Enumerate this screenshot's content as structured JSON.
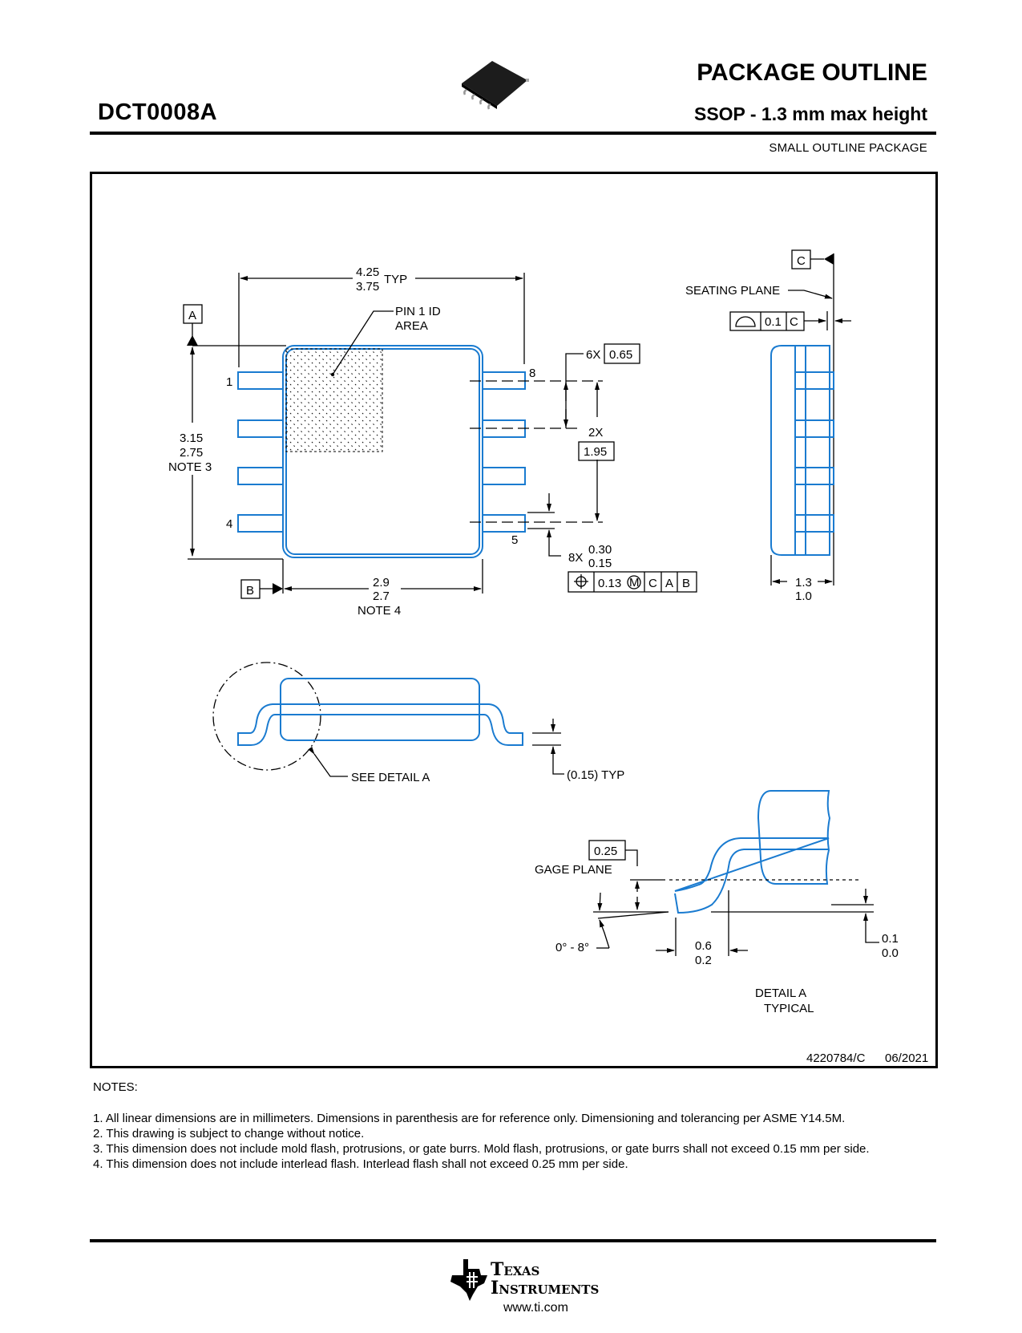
{
  "header": {
    "part_number": "DCT0008A",
    "title": "PACKAGE OUTLINE",
    "subtitle": "SSOP - 1.3 mm max height",
    "package_type": "SMALL OUTLINE PACKAGE"
  },
  "drawing": {
    "top_view": {
      "overall_width_max": "4.25",
      "overall_width_min": "3.75",
      "overall_width_suffix": "TYP",
      "pin1_label_line1": "PIN 1 ID",
      "pin1_label_line2": "AREA",
      "datum_a": "A",
      "datum_b": "B",
      "pin_numbers": [
        "1",
        "4",
        "5",
        "8"
      ],
      "body_length_max": "3.15",
      "body_length_min": "2.75",
      "body_length_note": "NOTE 3",
      "body_width_max": "2.9",
      "body_width_min": "2.7",
      "body_width_note": "NOTE 4",
      "pitch_count": "6X",
      "pitch_value": "0.65",
      "span_count": "2X",
      "span_value": "1.95",
      "lead_width_count": "8X",
      "lead_width_max": "0.30",
      "lead_width_min": "0.15",
      "position_tolerance": {
        "symbol": "position",
        "value": "0.13",
        "modifier": "M",
        "datums": [
          "C",
          "A",
          "B"
        ]
      }
    },
    "side_view": {
      "datum_c": "C",
      "seating_plane_label": "SEATING PLANE",
      "flatness": {
        "symbol": "profile-of-surface",
        "value": "0.1",
        "datum": "C"
      },
      "height_max": "1.3",
      "height_min": "1.0"
    },
    "end_view": {
      "see_detail_label": "SEE DETAIL A",
      "lead_thickness_label": "(0.15) TYP"
    },
    "detail_a": {
      "gage_value": "0.25",
      "gage_plane_label": "GAGE PLANE",
      "angle_label": "0° - 8°",
      "foot_length_max": "0.6",
      "foot_length_min": "0.2",
      "standoff_max": "0.1",
      "standoff_min": "0.0",
      "title": "DETAIL A",
      "subtitle": "TYPICAL"
    },
    "drawing_number": "4220784/C",
    "drawing_date": "06/2021"
  },
  "notes": {
    "heading": "NOTES:",
    "items": [
      "1. All linear dimensions are in millimeters. Dimensions in parenthesis are for reference only. Dimensioning and tolerancing per ASME Y14.5M.",
      "2. This drawing is subject to change without notice.",
      "3. This dimension does not include mold flash, protrusions, or gate burrs. Mold flash, protrusions, or gate burrs shall not exceed 0.15 mm per side.",
      "4. This dimension does not include interlead flash. Interlead flash shall not exceed 0.25 mm per side."
    ]
  },
  "footer": {
    "brand_line1": "Texas",
    "brand_line2": "Instruments",
    "url": "www.ti.com"
  },
  "colors": {
    "outline_blue": "#1a7bd0",
    "ink": "#000000"
  }
}
